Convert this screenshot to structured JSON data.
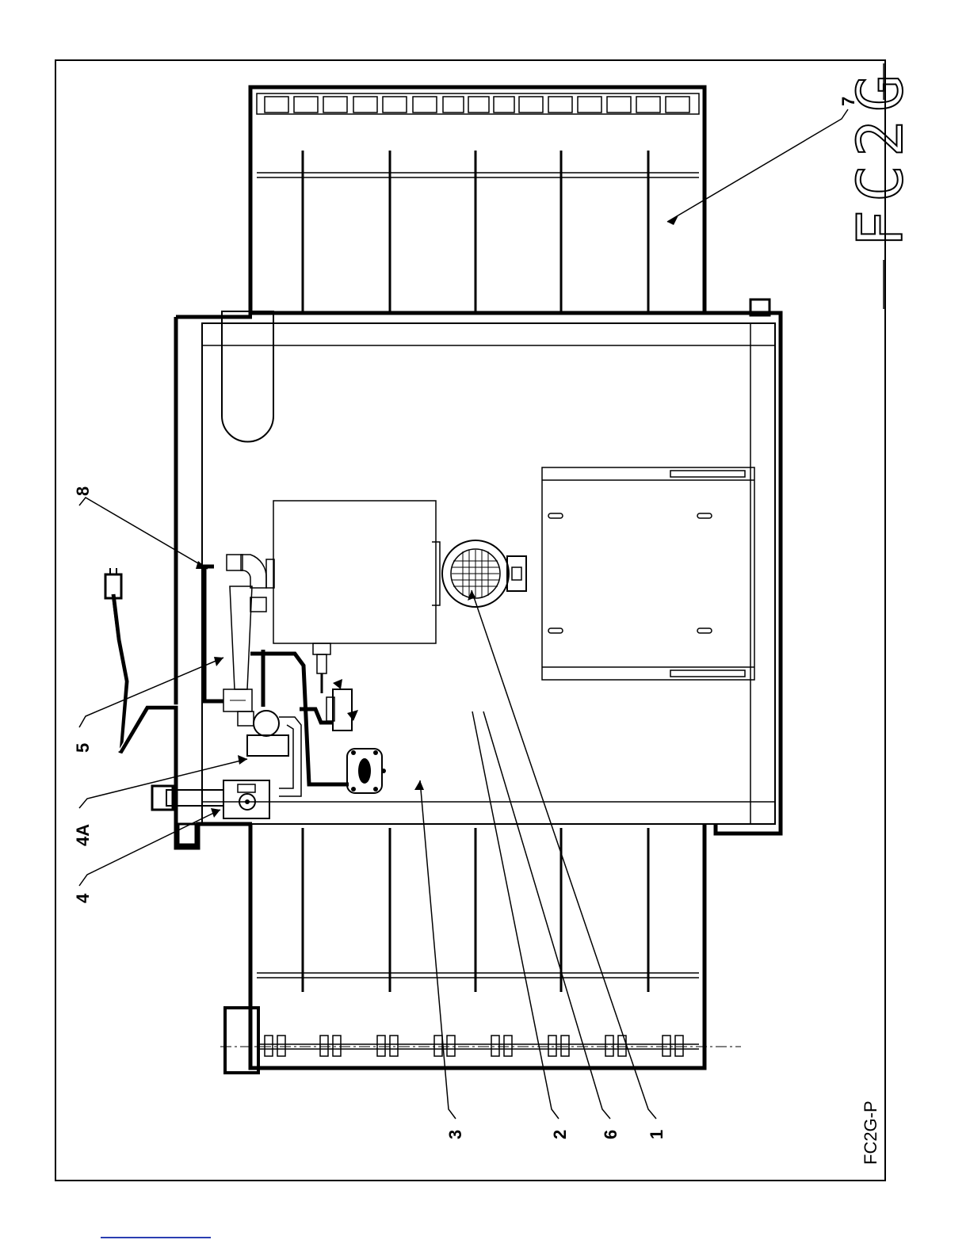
{
  "drawing": {
    "model_label": "FC2G",
    "drawing_code": "FC2G-P",
    "callouts": [
      {
        "id": "c8",
        "label": "8"
      },
      {
        "id": "c5",
        "label": "5"
      },
      {
        "id": "c4A",
        "label": "4A"
      },
      {
        "id": "c4",
        "label": "4"
      },
      {
        "id": "c3",
        "label": "3"
      },
      {
        "id": "c2",
        "label": "2"
      },
      {
        "id": "c6",
        "label": "6"
      },
      {
        "id": "c1",
        "label": "1"
      },
      {
        "id": "c7",
        "label": "7"
      }
    ]
  },
  "colors": {
    "line": "#000000",
    "background": "#ffffff",
    "rule": "#2a3eb1"
  }
}
